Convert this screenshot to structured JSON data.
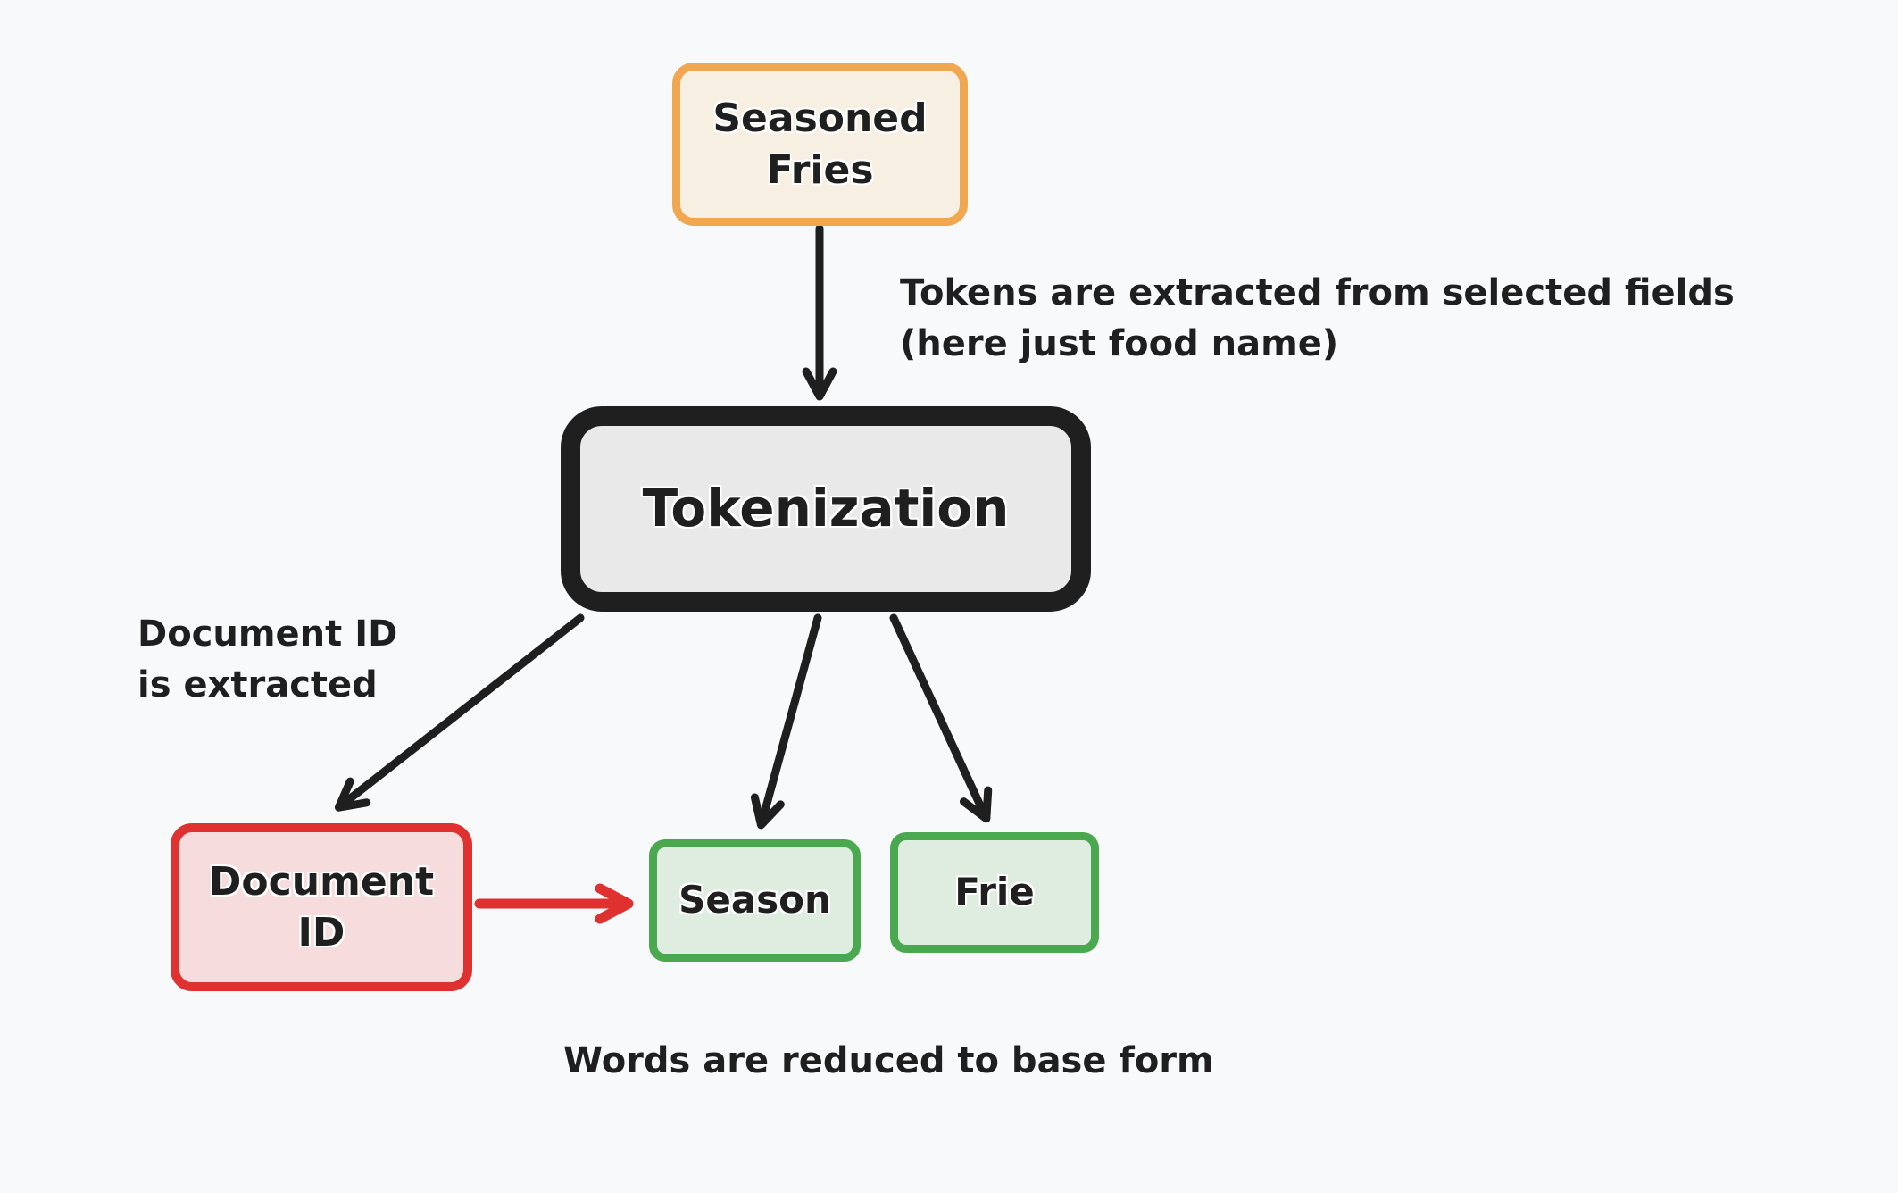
{
  "nodes": {
    "seasoned_fries": {
      "line1": "Seasoned",
      "line2": "Fries",
      "border_color": "#f0a750",
      "fill_color": "#f8efe3"
    },
    "tokenization": {
      "label": "Tokenization",
      "border_color": "#1f1f1f",
      "fill_color": "#e9e9e9"
    },
    "document_id": {
      "line1": "Document",
      "line2": "ID",
      "border_color": "#e03131",
      "fill_color": "#f6dcdc"
    },
    "season": {
      "label": "Season",
      "border_color": "#4aa94f",
      "fill_color": "#dfede1"
    },
    "frie": {
      "label": "Frie",
      "border_color": "#4aa94f",
      "fill_color": "#dfede1"
    }
  },
  "annotations": {
    "tokens_note": {
      "line1": "Tokens are extracted from selected fields",
      "line2": "(here just food name)"
    },
    "docid_note": {
      "line1": "Document ID",
      "line2": "is extracted"
    },
    "base_form_note": {
      "text": "Words are reduced to base form"
    }
  },
  "arrows": {
    "ink_color": "#1f1f1f",
    "highlight_color": "#e03131",
    "connections": [
      {
        "from": "seasoned_fries",
        "to": "tokenization",
        "color": "black"
      },
      {
        "from": "tokenization",
        "to": "document_id",
        "color": "black"
      },
      {
        "from": "tokenization",
        "to": "season",
        "color": "black"
      },
      {
        "from": "tokenization",
        "to": "frie",
        "color": "black"
      },
      {
        "from": "document_id",
        "to": "season",
        "color": "red"
      }
    ]
  },
  "canvas": {
    "background_color": "#f8f9fb"
  }
}
